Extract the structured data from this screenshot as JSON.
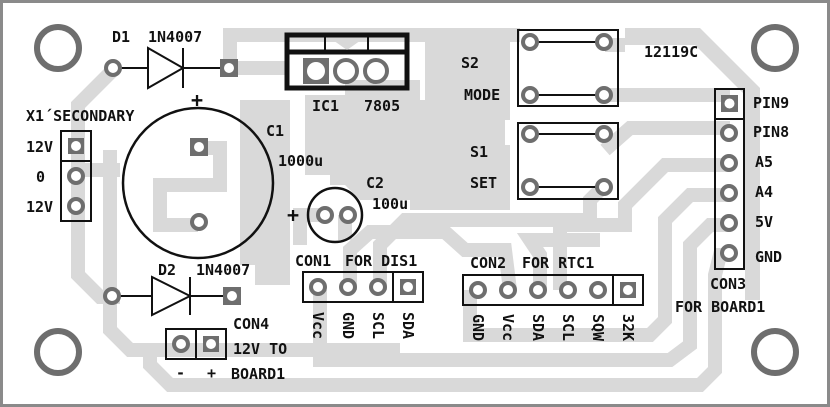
{
  "board": {
    "id_label": "12119C",
    "colors": {
      "trace": "#d9d9d9",
      "pad": "#6e6e6e",
      "silkscreen": "#111111",
      "border": "#8a8a8a"
    }
  },
  "components": {
    "d1": {
      "ref": "D1",
      "value": "1N4007"
    },
    "d2": {
      "ref": "D2",
      "value": "1N4007"
    },
    "x1": {
      "label": "X1´SECONDARY",
      "pins": [
        "12V",
        "0",
        "12V"
      ]
    },
    "c1": {
      "ref": "C1",
      "value": "1000u",
      "polarity": "+"
    },
    "c2": {
      "ref": "C2",
      "value": "100u",
      "polarity": "+"
    },
    "ic1": {
      "ref": "IC1",
      "value": "7805"
    },
    "s2": {
      "ref": "S2",
      "function": "MODE"
    },
    "s1": {
      "ref": "S1",
      "function": "SET"
    },
    "con1": {
      "ref": "CON1",
      "desc": "FOR DIS1",
      "pins": [
        "Vcc",
        "GND",
        "SCL",
        "SDA"
      ]
    },
    "con2": {
      "ref": "CON2",
      "desc": "FOR RTC1",
      "pins": [
        "GND",
        "Vcc",
        "SDA",
        "SCL",
        "SQW",
        "32K"
      ]
    },
    "con3": {
      "ref": "CON3",
      "desc": "FOR BOARD1",
      "pins": [
        "PIN9",
        "PIN8",
        "A5",
        "A4",
        "5V",
        "GND"
      ]
    },
    "con4": {
      "ref": "CON4",
      "desc_line1": "12V TO",
      "desc_line2": "BOARD1",
      "pins": [
        "-",
        "+"
      ]
    }
  }
}
